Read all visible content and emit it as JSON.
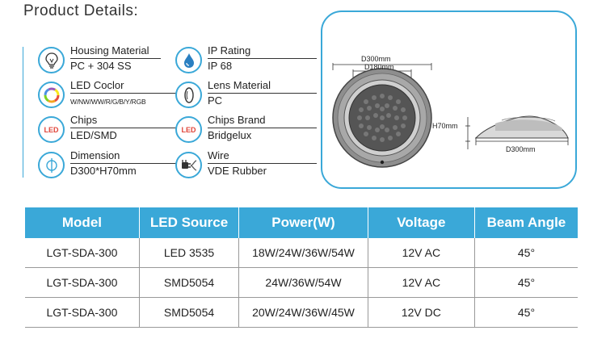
{
  "page": {
    "title": "Product Details:"
  },
  "specs": [
    {
      "label": "Housing Material",
      "value": "PC + 304 SS",
      "icon": "bulb-icon"
    },
    {
      "label": "IP Rating",
      "value": "IP 68",
      "icon": "water-drop-icon"
    },
    {
      "label": "LED Coclor",
      "value": "W/NW/WW/R/G/B/Y/RGB",
      "icon": "color-ring-icon"
    },
    {
      "label": "Lens Material",
      "value": "PC",
      "icon": "lens-icon"
    },
    {
      "label": "Chips",
      "value": "LED/SMD",
      "icon": "led-icon",
      "icon_text": "LED"
    },
    {
      "label": "Chips Brand",
      "value": "Bridgelux",
      "icon": "led-icon",
      "icon_text": "LED"
    },
    {
      "label": "Dimension",
      "value": "D300*H70mm",
      "icon": "diameter-icon"
    },
    {
      "label": "Wire",
      "value": "VDE Rubber",
      "icon": "plug-icon"
    }
  ],
  "drawing": {
    "outer_diameter": "D300mm",
    "inner_diameter": "D180mm",
    "height": "H70mm",
    "side_diameter": "D300mm"
  },
  "table": {
    "headers": [
      "Model",
      "LED Source",
      "Power(W)",
      "Voltage",
      "Beam Angle"
    ],
    "rows": [
      [
        "LGT-SDA-300",
        "LED 3535",
        "18W/24W/36W/54W",
        "12V AC",
        "45°"
      ],
      [
        "LGT-SDA-300",
        "SMD5054",
        "24W/36W/54W",
        "12V AC",
        "45°"
      ],
      [
        "LGT-SDA-300",
        "SMD5054",
        "20W/24W/36W/45W",
        "12V DC",
        "45°"
      ]
    ]
  },
  "colors": {
    "accent": "#3aa8d8",
    "led_text": "#e0453a"
  }
}
